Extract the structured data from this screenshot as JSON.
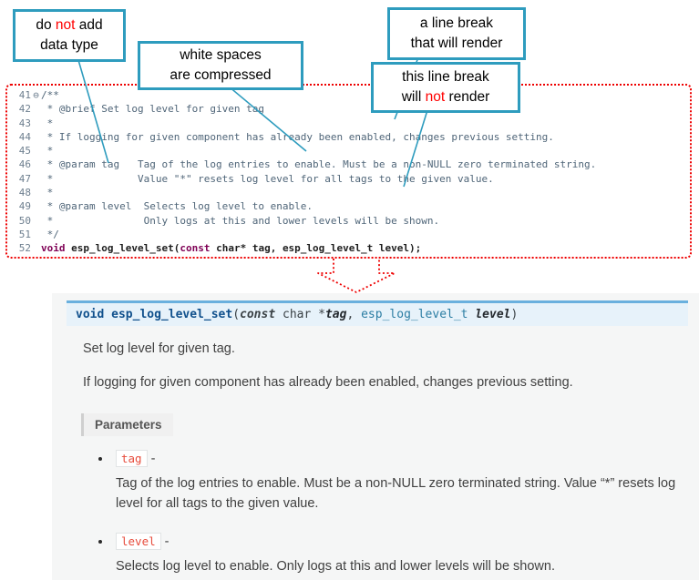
{
  "colors": {
    "callout_border_teal": "#2e9cbe",
    "connector_teal": "#2e9cbe",
    "highlight_red": "#ff0000",
    "dotted_border_red": "#ee0000",
    "code_comment": "#4f6578",
    "code_keyword": "#7f0055",
    "line_number": "#6e7f8f",
    "doc_panel_bg": "#f5f6f6",
    "signature_bg": "#e7f2fa",
    "signature_border": "#6ab0de",
    "param_name_red": "#e74c3c",
    "doc_text": "#404040"
  },
  "callouts": [
    {
      "name": "do-not-add-data-type",
      "lines": [
        [
          {
            "t": "do "
          },
          {
            "t": "not",
            "c": "red"
          },
          {
            "t": " add"
          }
        ],
        [
          {
            "t": "data type"
          }
        ]
      ]
    },
    {
      "name": "white-spaces-compressed",
      "lines": [
        [
          {
            "t": "white spaces"
          }
        ],
        [
          {
            "t": "are  compressed"
          }
        ]
      ]
    },
    {
      "name": "line-break-renders",
      "lines": [
        [
          {
            "t": "a line break"
          }
        ],
        [
          {
            "t": "that will render"
          }
        ]
      ]
    },
    {
      "name": "line-break-not-render",
      "lines": [
        [
          {
            "t": "this line break"
          }
        ],
        [
          {
            "t": "will "
          },
          {
            "t": "not",
            "c": "red"
          },
          {
            "t": " render"
          }
        ]
      ]
    }
  ],
  "code": {
    "lines": [
      {
        "num": "41",
        "fold": "⊖",
        "segments": [
          {
            "c": "comment",
            "t": "/**"
          }
        ]
      },
      {
        "num": "42",
        "segments": [
          {
            "c": "comment",
            "t": " * @brief Set log level for given tag"
          }
        ]
      },
      {
        "num": "43",
        "segments": [
          {
            "c": "comment",
            "t": " *"
          }
        ]
      },
      {
        "num": "44",
        "segments": [
          {
            "c": "comment",
            "t": " * If logging for given component has already been enabled, changes previous setting."
          }
        ]
      },
      {
        "num": "45",
        "segments": [
          {
            "c": "comment",
            "t": " *"
          }
        ]
      },
      {
        "num": "46",
        "segments": [
          {
            "c": "comment",
            "t": " * @param tag   Tag of the log entries to enable. Must be a non-NULL zero terminated string."
          }
        ]
      },
      {
        "num": "47",
        "segments": [
          {
            "c": "comment",
            "t": " *              Value \"*\" resets log level for all tags to the given value."
          }
        ]
      },
      {
        "num": "48",
        "segments": [
          {
            "c": "comment",
            "t": " *"
          }
        ]
      },
      {
        "num": "49",
        "segments": [
          {
            "c": "comment",
            "t": " * @param level  Selects log level to enable."
          }
        ]
      },
      {
        "num": "50",
        "segments": [
          {
            "c": "comment",
            "t": " *               Only logs at this and lower levels will be shown."
          }
        ]
      },
      {
        "num": "51",
        "segments": [
          {
            "c": "comment",
            "t": " */"
          }
        ]
      },
      {
        "num": "52",
        "segments": [
          {
            "c": "kw",
            "t": "void"
          },
          {
            "c": "code",
            "t": " esp_log_level_set("
          },
          {
            "c": "kw",
            "t": "const"
          },
          {
            "c": "code",
            "t": " char* tag, esp_log_level_t level);"
          }
        ]
      }
    ]
  },
  "doc": {
    "signature": [
      {
        "c": "kw",
        "t": "void"
      },
      {
        "c": "plain",
        "t": " "
      },
      {
        "c": "name",
        "t": "esp_log_level_set"
      },
      {
        "c": "plain",
        "t": "("
      },
      {
        "c": "kwi",
        "t": "const"
      },
      {
        "c": "plain",
        "t": " char *"
      },
      {
        "c": "param",
        "t": "tag"
      },
      {
        "c": "plain",
        "t": ", "
      },
      {
        "c": "type",
        "t": "esp_log_level_t "
      },
      {
        "c": "param",
        "t": "level"
      },
      {
        "c": "plain",
        "t": ")"
      }
    ],
    "brief": "Set log level for given tag.",
    "description": "If logging for given component has already been enabled, changes previous setting.",
    "parameters_label": "Parameters",
    "params": [
      {
        "name": "tag",
        "sep": " - ",
        "desc": "Tag of the log entries to enable. Must be a non-NULL zero terminated string. Value “*” resets log level for all tags to the given value."
      },
      {
        "name": "level",
        "sep": " - ",
        "desc": "Selects log level to enable. Only logs at this and lower levels will be shown."
      }
    ]
  }
}
